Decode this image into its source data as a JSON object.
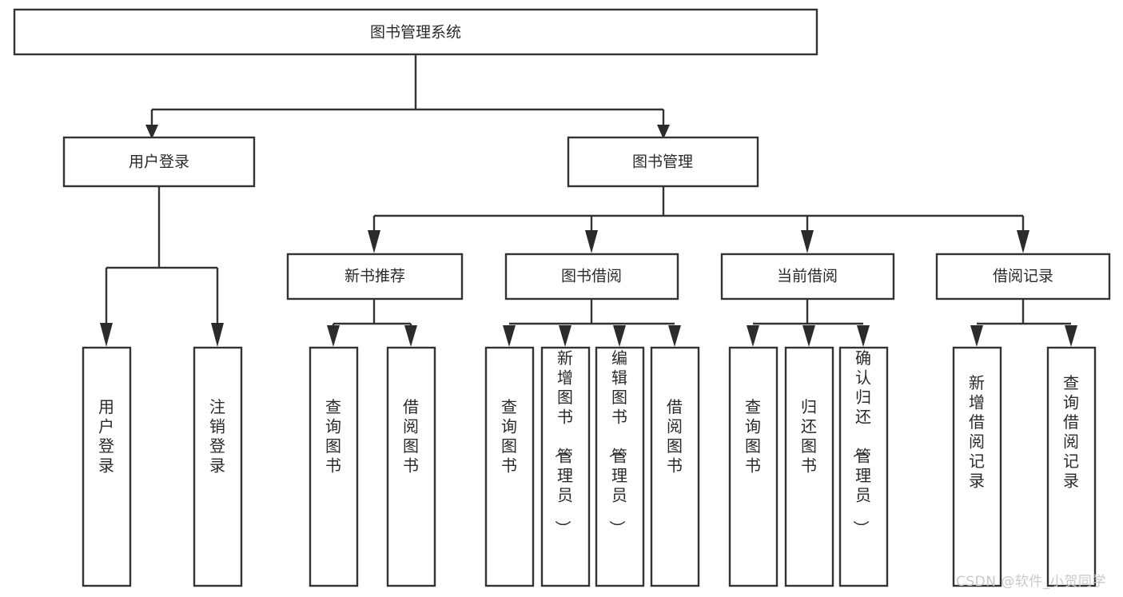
{
  "diagram": {
    "title": "图书管理系统",
    "type": "hierarchy-tree",
    "orientation": "top-down",
    "root": {
      "label": "图书管理系统"
    },
    "level1": [
      {
        "label": "用户登录"
      },
      {
        "label": "图书管理"
      }
    ],
    "level2": [
      {
        "label": "新书推荐",
        "parent": "图书管理"
      },
      {
        "label": "图书借阅",
        "parent": "图书管理"
      },
      {
        "label": "当前借阅",
        "parent": "图书管理"
      },
      {
        "label": "借阅记录",
        "parent": "图书管理"
      }
    ],
    "leaves": {
      "user_login": [
        {
          "label": "用户登录"
        },
        {
          "label": "注销登录"
        }
      ],
      "new_book_recommend": [
        {
          "label": "查询图书"
        },
        {
          "label": "借阅图书"
        }
      ],
      "book_borrow": [
        {
          "label": "查询图书"
        },
        {
          "label": "新增图书（管理员）"
        },
        {
          "label": "编辑图书（管理员）"
        },
        {
          "label": "借阅图书"
        }
      ],
      "current_borrow": [
        {
          "label": "查询图书"
        },
        {
          "label": "归还图书"
        },
        {
          "label": "确认归还（管理员）"
        }
      ],
      "borrow_record": [
        {
          "label": "新增借阅记录"
        },
        {
          "label": "查询借阅记录"
        }
      ]
    }
  },
  "watermark": {
    "text": "CSDN @软件_小贺同学"
  },
  "colors": {
    "box_stroke": "#333333",
    "box_fill": "#ffffff",
    "text": "#2a2a2a",
    "connector": "#333333",
    "watermark": "#c9c9c9",
    "background": "#ffffff"
  }
}
